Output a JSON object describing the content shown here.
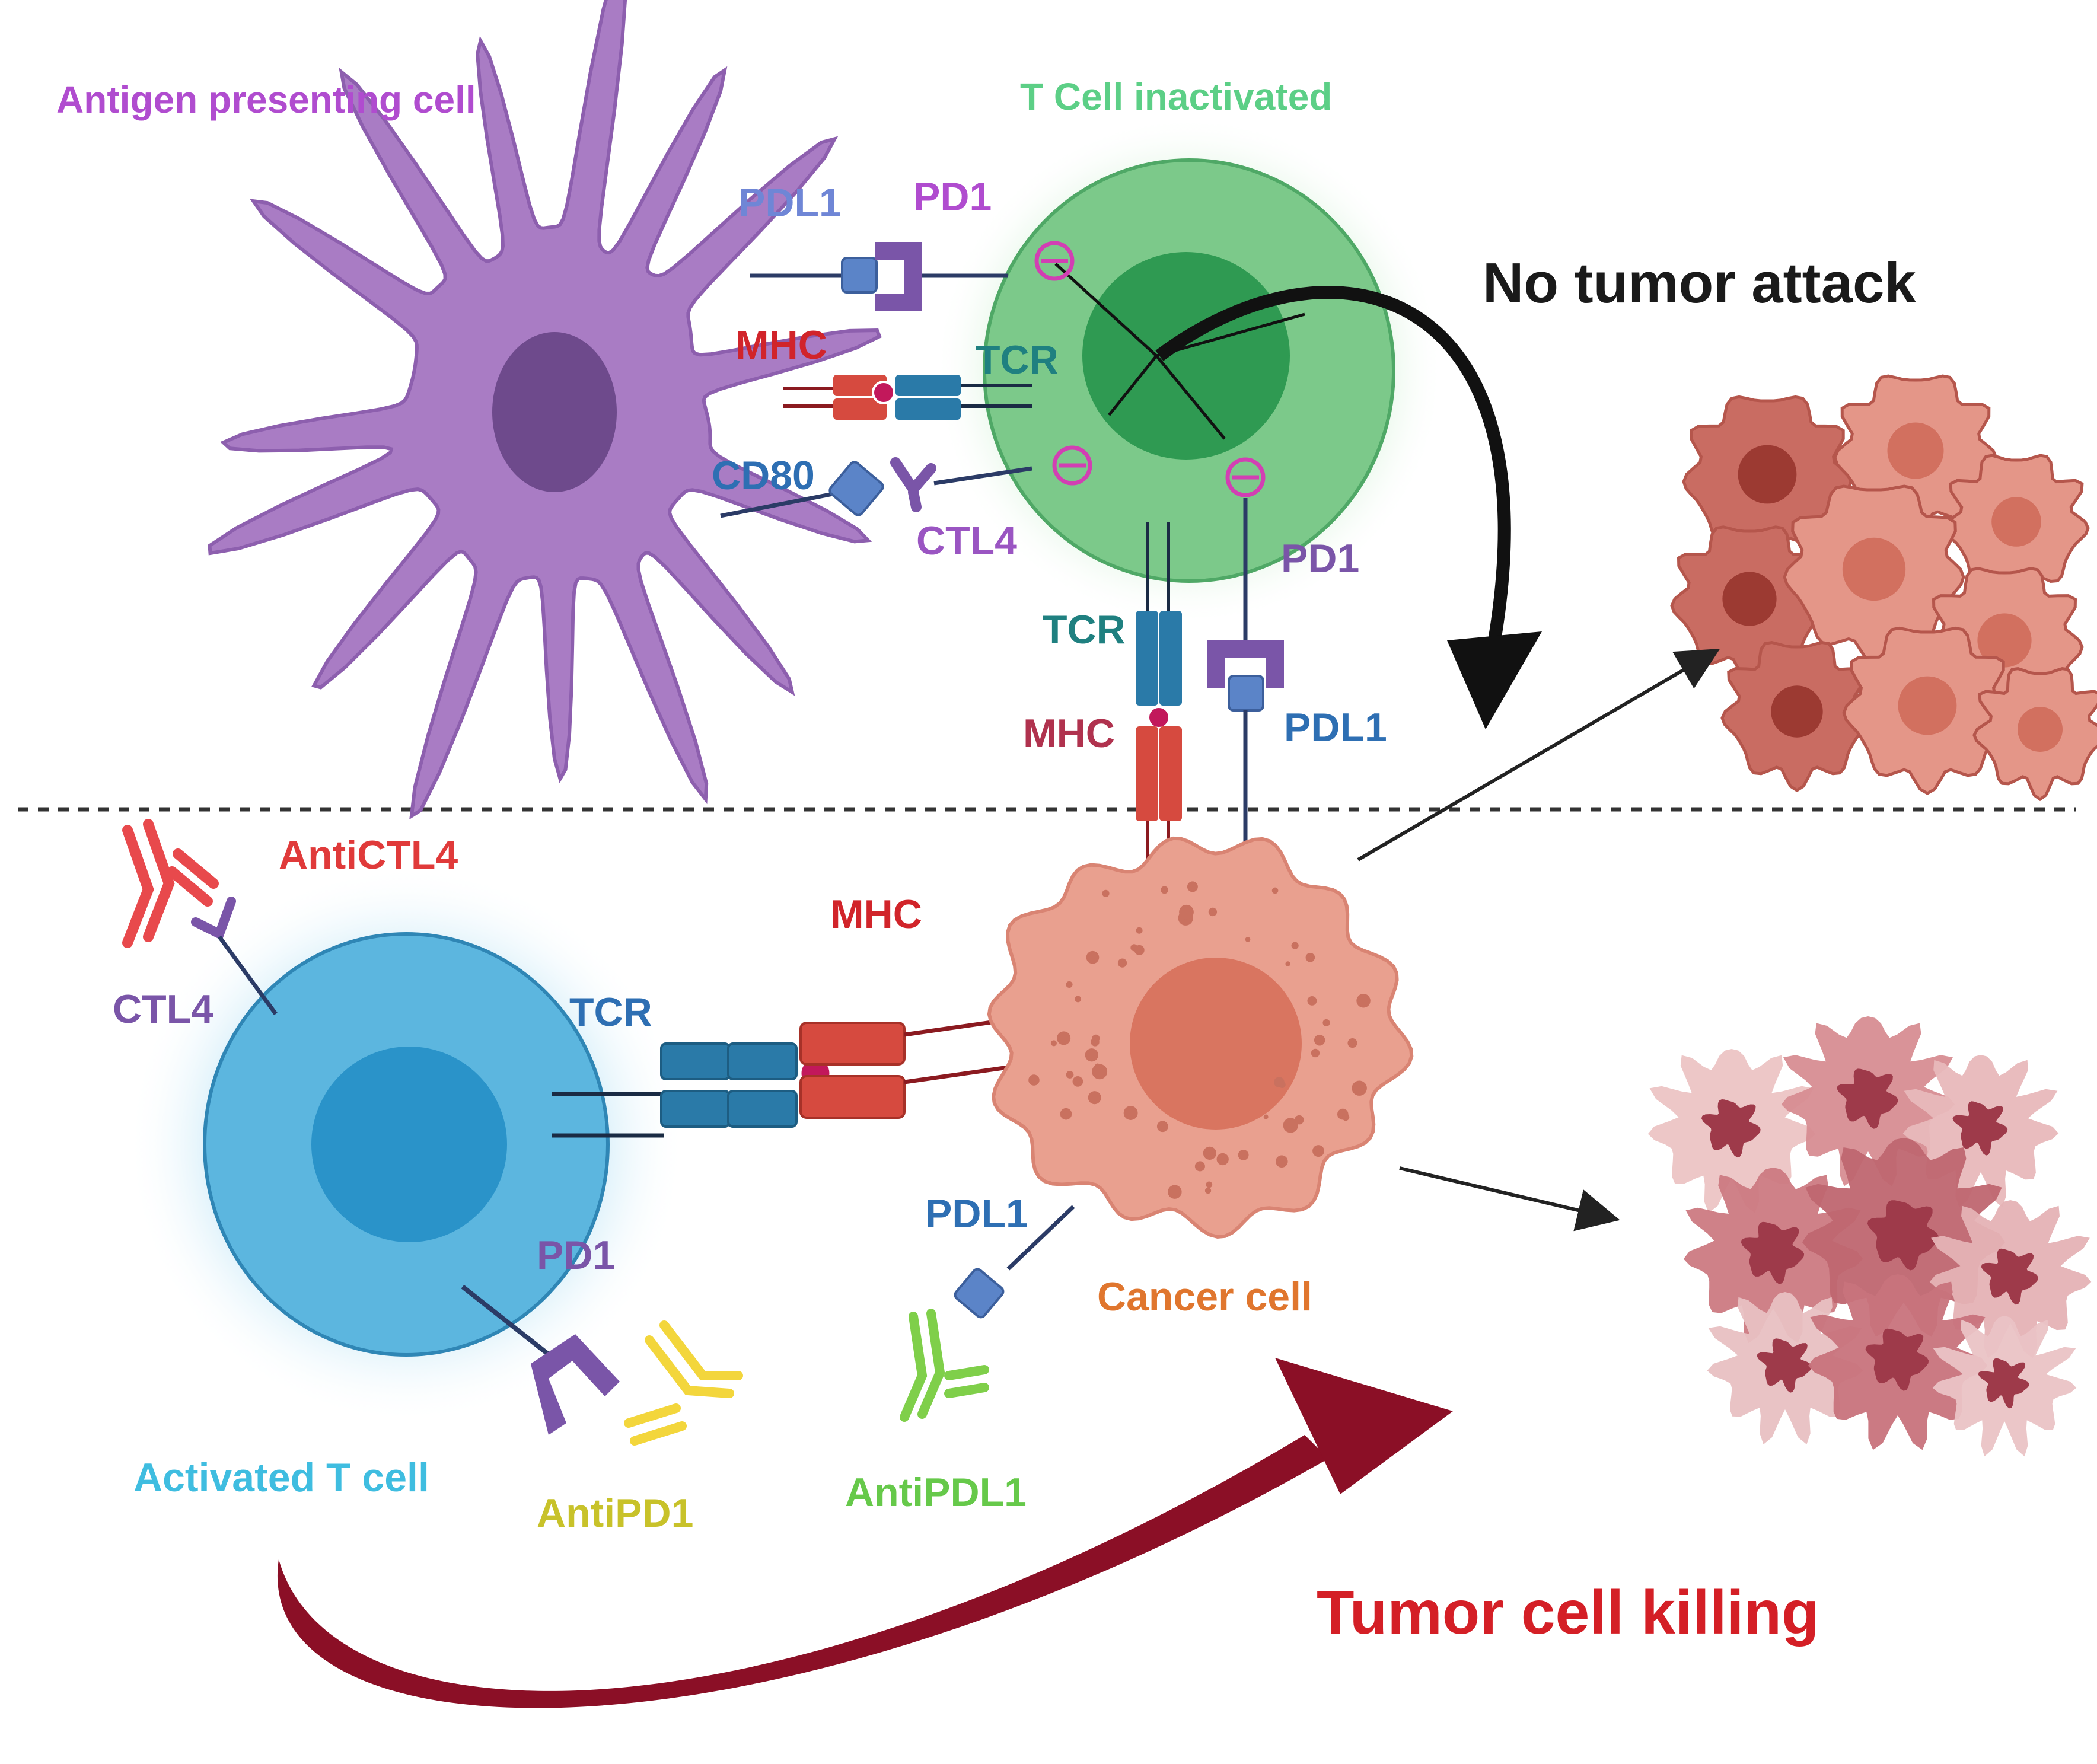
{
  "labels": {
    "apc": "Antigen presenting cell",
    "t_inactive": "T Cell inactivated",
    "no_attack": "No tumor attack",
    "pdl1_top": "PDL1",
    "pd1_top": "PD1",
    "mhc_top": "MHC",
    "tcr_top": "TCR",
    "cd80": "CD80",
    "ctl4_top": "CTL4",
    "pd1_mid": "PD1",
    "tcr_mid": "TCR",
    "mhc_mid": "MHC",
    "pdl1_mid": "PDL1",
    "anti_ctl4": "AntiCTL4",
    "ctl4_bottom": "CTL4",
    "mhc_bottom": "MHC",
    "tcr_bottom": "TCR",
    "pdl1_bottom": "PDL1",
    "pd1_bottom": "PD1",
    "cancer_cell": "Cancer cell",
    "activated_t": "Activated T cell",
    "anti_pd1": "AntiPD1",
    "anti_pdl1": "AntiPDL1",
    "tumor_killing": "Tumor cell killing"
  },
  "colors": {
    "apc": "#a97cc4",
    "apc_nucleus": "#6e4a8c",
    "t_inactive": "#7cc98a",
    "t_inactive_nucleus": "#2f9a52",
    "t_active": "#5cb6df",
    "t_active_nucleus": "#2a93c9",
    "cancer": "#e9a08f",
    "cancer_nucleus": "#d97560",
    "mhc": "#d64a3f",
    "tcr": "#2a7aa8",
    "pd1": "#7a55a8",
    "pdl1": "#5b84c8",
    "anti_ctl4": "#e8494c",
    "anti_pd1": "#f3d63c",
    "anti_pdl1": "#7fcf4a",
    "kill_arrow": "#8b0f26"
  }
}
